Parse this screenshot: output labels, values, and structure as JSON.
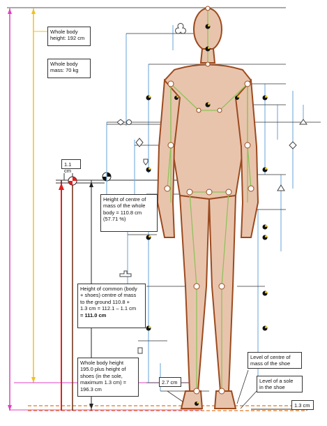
{
  "labels": {
    "whole_body_height": "Whole body\nheight:  192 cm",
    "whole_body_mass": "Whole body\nmass:  70 kg",
    "offset_top": "1.1 cm",
    "com_whole_body": "Height of centre of\nmass of the whole\nbody = 110.8 cm\n(57.71 %)",
    "common_com_text": "Height of common (body\n+ shoes) centre of mass\nto the ground 110.8 +\n1.3 cm = 112.1 – 1.1 cm\n",
    "common_com_result": "= 111.0 cm",
    "whole_height_shoes": "Whole body height\n195.0 plus height of\nshoes (in the sole,\nmaximum 1.3 cm) =\n196.3 cm",
    "shoe_com_level": "Level of centre of\nmass of the shoe",
    "sole_level": "Level of a sole\nin the shoe",
    "offset_27": "2.7 cm",
    "offset_13": "1.3 cm"
  },
  "colors": {
    "skin": "#e8c4ad",
    "outline": "#9b4a1e",
    "segment_line": "#8fc25a",
    "height_line": "#e040c0",
    "yellow_line": "#f0c020",
    "red_line": "#e02020",
    "brown_line": "#6b2a10",
    "dim_line": "#7fb2e0",
    "dashed_orange": "#e07820"
  }
}
